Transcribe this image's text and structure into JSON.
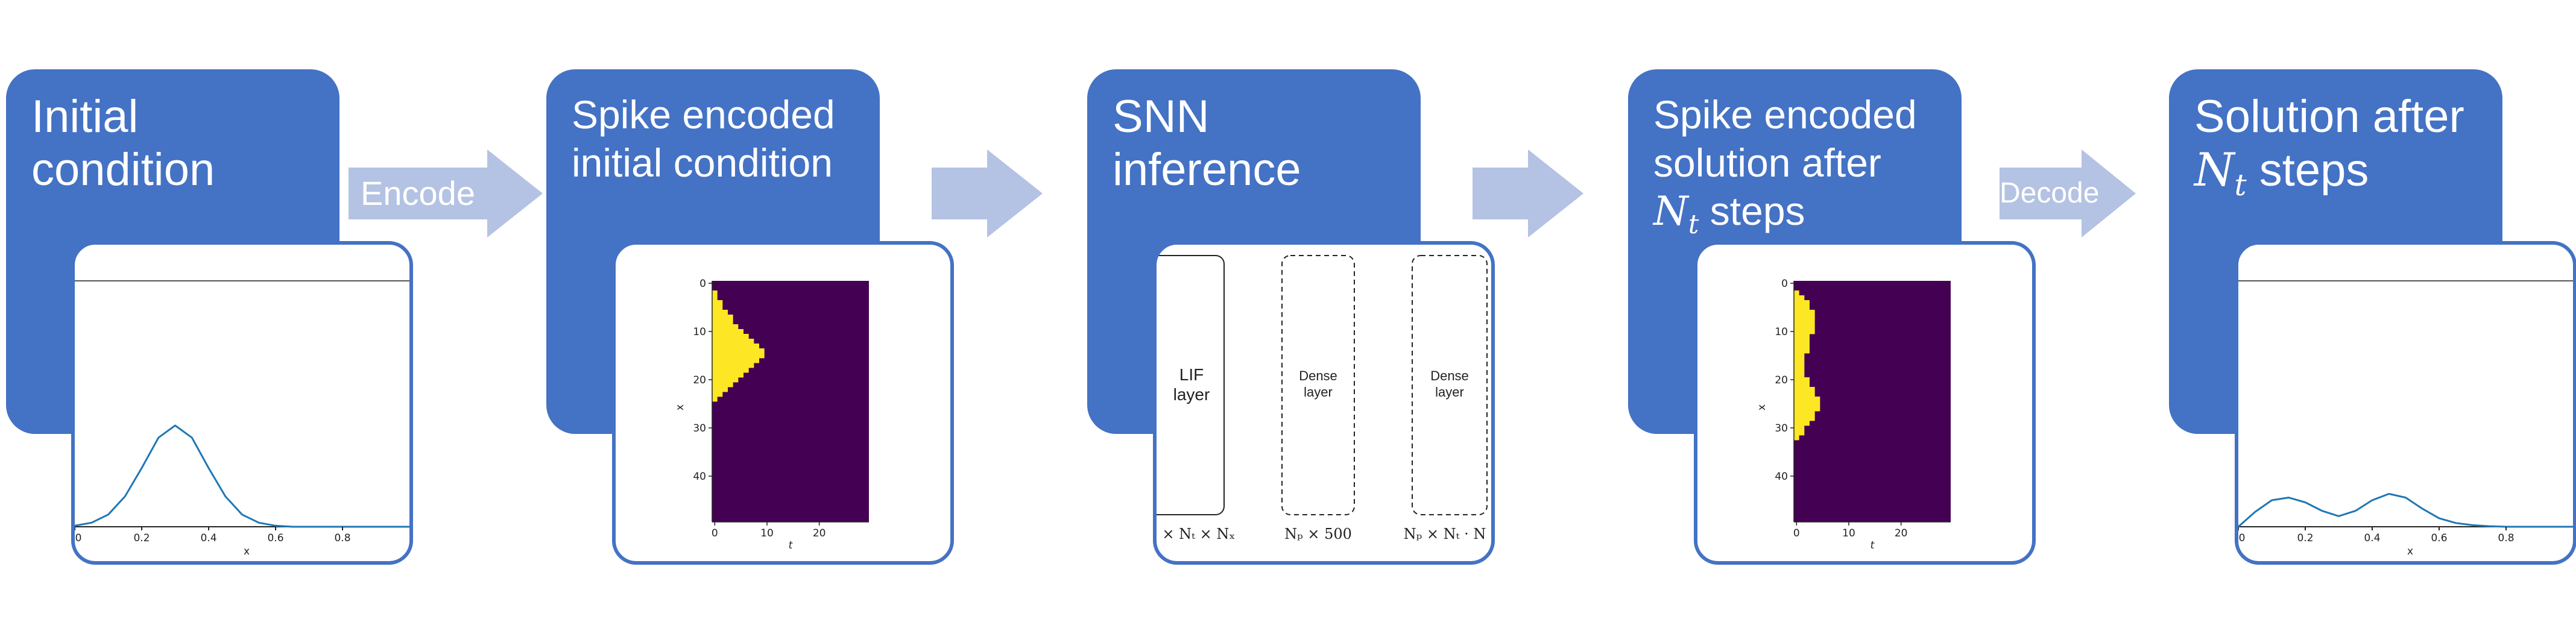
{
  "colors": {
    "box_blue": "#4472c4",
    "arrow_light": "#b4c2e3",
    "spike_yellow": "#fde725",
    "spike_purple": "#440154",
    "curve_blue": "#1f77b4"
  },
  "stages": [
    {
      "title": "Initial\ncondition"
    },
    {
      "title": "Spike encoded\ninitial condition"
    },
    {
      "title": "SNN\ninference"
    },
    {
      "title_lines": [
        "Spike encoded",
        "solution after"
      ],
      "math": "N",
      "math_sub": "t",
      "suffix": " steps"
    },
    {
      "title_line": "Solution after",
      "math": "N",
      "math_sub": "t",
      "suffix": " steps"
    }
  ],
  "arrows": [
    {
      "label": "Encode"
    },
    {
      "label": ""
    },
    {
      "label": ""
    },
    {
      "label": "Decode"
    }
  ],
  "line_plot_axes": {
    "xlabel": "x",
    "xticks": [
      "0",
      "0.2",
      "0.4",
      "0.6",
      "0.8"
    ]
  },
  "raster_axes": {
    "ylabel": "x",
    "xlabel": "t",
    "yticks": [
      "0",
      "10",
      "20",
      "30",
      "40"
    ],
    "xticks": [
      "0",
      "10",
      "20"
    ]
  },
  "snn_layers": [
    {
      "label": "LIF\nlayer",
      "dims": "× Nₜ × Nₓ"
    },
    {
      "label": "Dense\nlayer",
      "dims": "Nₚ × 500"
    },
    {
      "label": "Dense\nlayer",
      "dims": "Nₚ  × Nₜ · N"
    }
  ],
  "chart_data": [
    {
      "type": "line",
      "panel": "initial condition",
      "xlabel": "x",
      "x": [
        0.0,
        0.05,
        0.1,
        0.15,
        0.2,
        0.25,
        0.3,
        0.35,
        0.4,
        0.45,
        0.5,
        0.55,
        0.6,
        0.65,
        0.7,
        0.8,
        0.9,
        1.0
      ],
      "y": [
        0.01,
        0.04,
        0.12,
        0.3,
        0.58,
        0.88,
        1.0,
        0.88,
        0.58,
        0.3,
        0.12,
        0.04,
        0.01,
        0.0,
        0.0,
        0.0,
        0.0,
        0.0
      ],
      "xlim": [
        0,
        1.0
      ]
    },
    {
      "type": "heatmap",
      "panel": "spike encoded initial condition",
      "xlabel": "t",
      "ylabel": "x",
      "spike_extent_per_row": [
        0,
        0,
        1,
        1,
        2,
        2,
        3,
        4,
        4,
        5,
        6,
        7,
        8,
        9,
        10,
        10,
        9,
        8,
        7,
        6,
        5,
        4,
        3,
        2,
        1,
        0,
        0,
        0,
        0,
        0,
        0,
        0,
        0,
        0,
        0,
        0,
        0,
        0,
        0,
        0,
        0,
        0,
        0,
        0,
        0,
        0,
        0,
        0,
        0,
        0
      ]
    },
    {
      "type": "heatmap",
      "panel": "spike encoded solution",
      "xlabel": "t",
      "ylabel": "x",
      "spike_extent_per_row": [
        0,
        0,
        1,
        2,
        3,
        3,
        4,
        4,
        4,
        4,
        4,
        3,
        3,
        3,
        3,
        2,
        2,
        2,
        2,
        2,
        3,
        3,
        4,
        4,
        5,
        5,
        5,
        4,
        4,
        3,
        2,
        2,
        1,
        0,
        0,
        0,
        0,
        0,
        0,
        0,
        0,
        0,
        0,
        0,
        0,
        0,
        0,
        0,
        0,
        0
      ]
    },
    {
      "type": "line",
      "panel": "solution after Nt steps",
      "xlabel": "x",
      "x": [
        0.0,
        0.05,
        0.1,
        0.15,
        0.2,
        0.25,
        0.3,
        0.35,
        0.4,
        0.45,
        0.5,
        0.55,
        0.6,
        0.65,
        0.7,
        0.75,
        0.8,
        0.9,
        1.0
      ],
      "y": [
        0.0,
        0.28,
        0.5,
        0.55,
        0.46,
        0.3,
        0.2,
        0.3,
        0.5,
        0.62,
        0.55,
        0.34,
        0.16,
        0.07,
        0.03,
        0.01,
        0.0,
        0.0,
        0.0
      ],
      "xlim": [
        0,
        1.0
      ]
    }
  ]
}
